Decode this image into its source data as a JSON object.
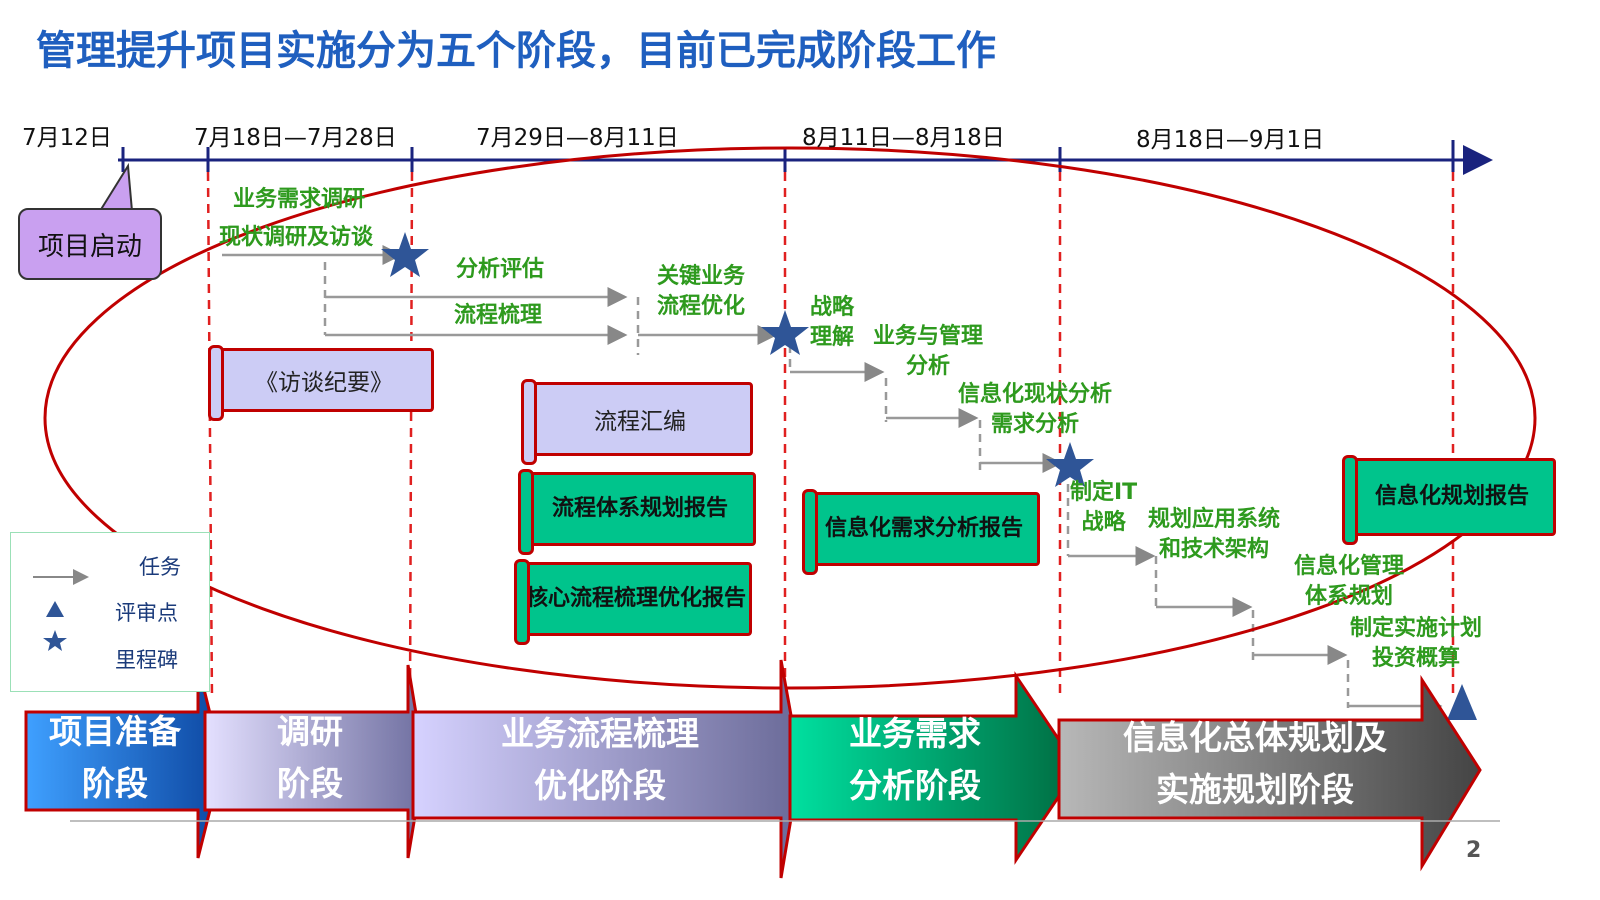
{
  "title": "管理提升项目实施分为五个阶段，目前已完成阶段工作",
  "dates": {
    "d1": "7月12日",
    "d2": "7月18日—7月28日",
    "d3": "7月29日—8月11日",
    "d4": "8月11日—8月18日",
    "d5": "8月18日—9月1日"
  },
  "kickoff": "项目启动",
  "tasks": {
    "t1": "业务需求调研",
    "t2": "现状调研及访谈",
    "t3": "分析评估",
    "t4": "流程梳理",
    "t5": "关键业务\n流程优化",
    "t6": "战略\n理解",
    "t7": "业务与管理\n分析",
    "t8": "信息化现状分析\n需求分析",
    "t9": "制定IT\n战略",
    "t10": "规划应用系统\n和技术架构",
    "t11": "信息化管理\n体系规划",
    "t12": "制定实施计划\n投资概算"
  },
  "deliverables": {
    "b1": "《访谈纪要》",
    "b2": "流程汇编",
    "b3": "流程体系规划报告",
    "b4": "核心流程梳理优化报告",
    "b5": "信息化需求分析报告",
    "b6": "信息化规划报告"
  },
  "legend": {
    "task": "任务",
    "review": "评审点",
    "milestone": "里程碑"
  },
  "phases": {
    "p1": "项目准备\n阶段",
    "p2": "调研\n阶段",
    "p3": "业务流程梳理\n优化阶段",
    "p4": "业务需求\n分析阶段",
    "p5": "信息化总体规划及\n实施规划阶段"
  },
  "page_number": "2",
  "colors": {
    "title": "#1f5fbf",
    "task_text": "#2e9a1e",
    "border_red": "#c00000",
    "timeline": "#1a237e",
    "milestone": "#2f5597"
  }
}
